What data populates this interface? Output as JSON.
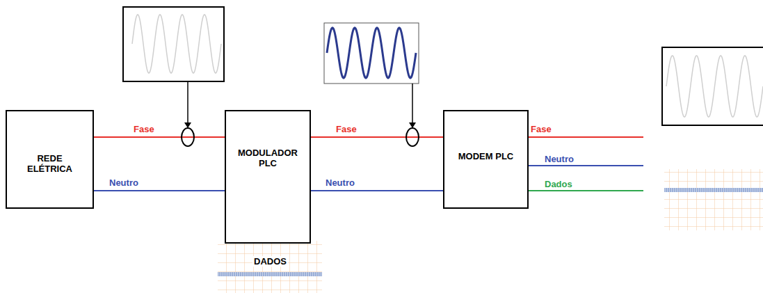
{
  "diagram": {
    "nodes": [
      {
        "text": [
          "REDE ELÉTRICA"
        ]
      },
      {
        "text": [
          "MODULADOR PLC"
        ]
      },
      {
        "text": [
          "MODEM PLC"
        ]
      }
    ],
    "edges": [
      {
        "from": 0,
        "to": 1,
        "label": "Fase",
        "arrow": "none"
      },
      {
        "from": 0,
        "to": 1,
        "label": "Neutro",
        "arrow": "none"
      },
      {
        "from": 1,
        "to": 2,
        "label": "Fase",
        "arrow": "none"
      },
      {
        "from": 1,
        "to": 2,
        "label": "Neutro",
        "arrow": "none"
      }
    ],
    "labels": [
      "Fase",
      "Neutro",
      "Dados",
      "DADOS"
    ]
  }
}
